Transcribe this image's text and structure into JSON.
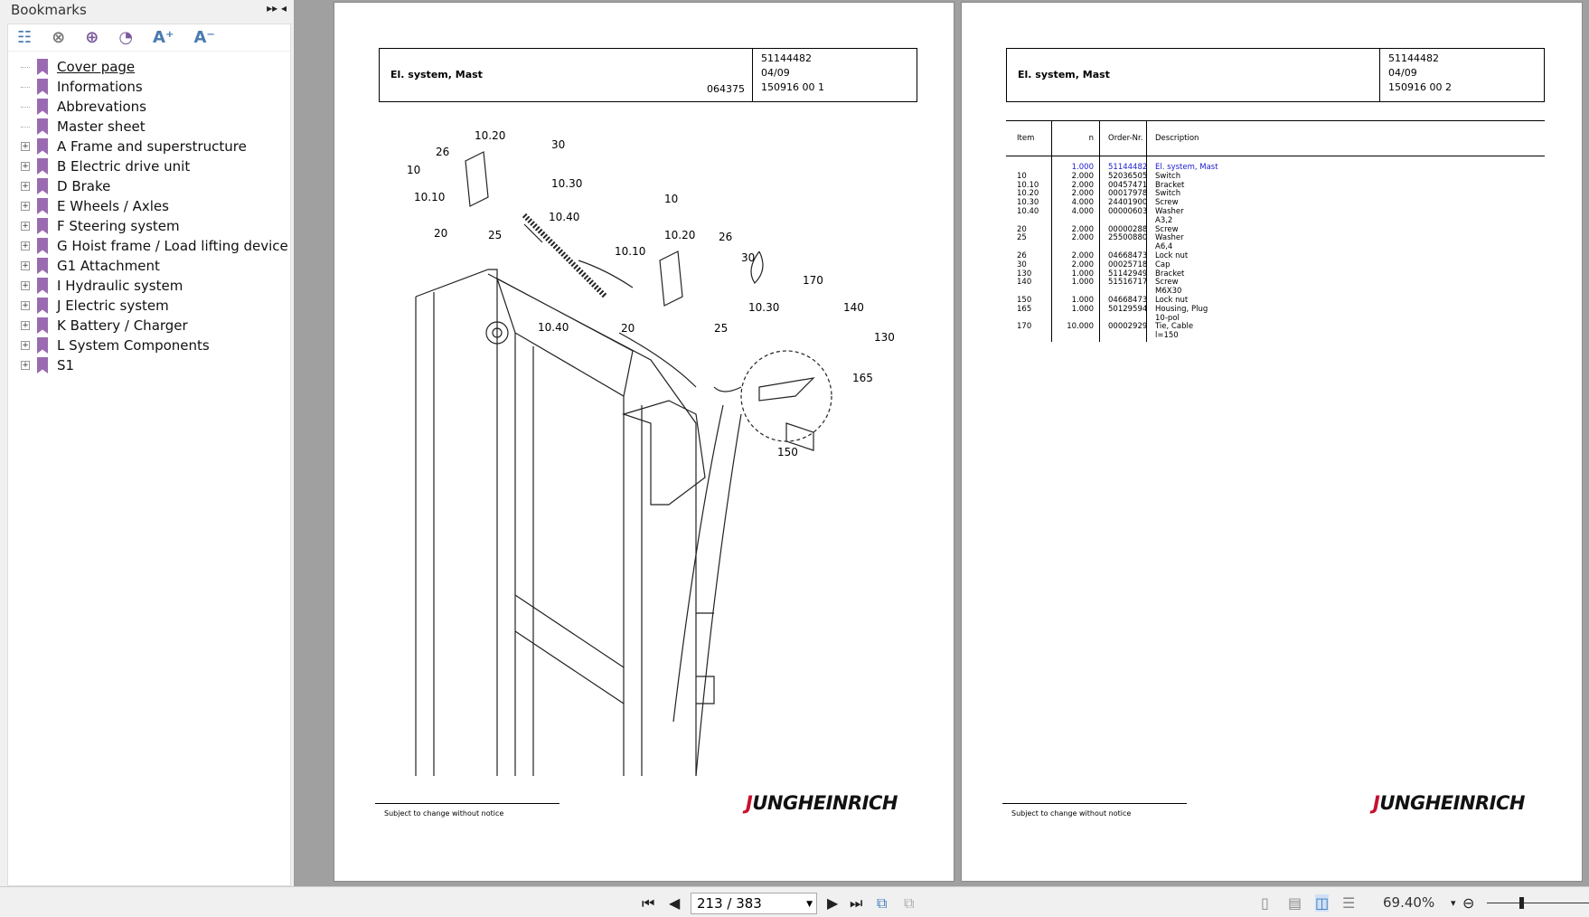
{
  "sidebar": {
    "title": "Bookmarks",
    "items": [
      {
        "label": "Cover page",
        "expandable": false
      },
      {
        "label": "Informations",
        "expandable": false
      },
      {
        "label": "Abbrevations",
        "expandable": false
      },
      {
        "label": "Master sheet",
        "expandable": false
      },
      {
        "label": "A Frame and superstructure",
        "expandable": true
      },
      {
        "label": "B Electric drive unit",
        "expandable": true
      },
      {
        "label": "D Brake",
        "expandable": true
      },
      {
        "label": "E Wheels / Axles",
        "expandable": true
      },
      {
        "label": "F Steering system",
        "expandable": true
      },
      {
        "label": "G Hoist frame / Load lifting device",
        "expandable": true
      },
      {
        "label": "G1 Attachment",
        "expandable": true
      },
      {
        "label": "I Hydraulic system",
        "expandable": true
      },
      {
        "label": "J Electric system",
        "expandable": true
      },
      {
        "label": "K Battery / Charger",
        "expandable": true
      },
      {
        "label": "L System Components",
        "expandable": true
      },
      {
        "label": "S1",
        "expandable": true
      }
    ]
  },
  "page1": {
    "title": "El. system, Mast",
    "drawing_no": "064375",
    "part_no": "51144482",
    "date": "04/09",
    "sheet": "150916 00 1",
    "footer": "Subject to change without notice",
    "logo": "JUNGHEINRICH",
    "callouts": [
      "10.20",
      "26",
      "30",
      "10",
      "10.10",
      "20",
      "25",
      "10.40",
      "10.30",
      "10",
      "10.20",
      "26",
      "30",
      "10.10",
      "10.30",
      "20",
      "25",
      "10.40",
      "170",
      "140",
      "130",
      "165",
      "150"
    ]
  },
  "page2": {
    "title": "El. system, Mast",
    "part_no": "51144482",
    "date": "04/09",
    "sheet": "150916 00 2",
    "footer": "Subject to change without notice",
    "logo": "JUNGHEINRICH",
    "headers": [
      "Item",
      "n",
      "Order-Nr.",
      "Description"
    ],
    "rows": [
      [
        "",
        "1.000",
        "51144482",
        "El. system, Mast"
      ],
      [
        "10",
        "2.000",
        "52036505",
        "Switch"
      ],
      [
        "10.10",
        "2.000",
        "00457471",
        "Bracket"
      ],
      [
        "10.20",
        "2.000",
        "00017978",
        "Switch"
      ],
      [
        "10.30",
        "4.000",
        "24401900",
        "Screw"
      ],
      [
        "10.40",
        "4.000",
        "00000603",
        "Washer"
      ],
      [
        "",
        "",
        "",
        "A3,2"
      ],
      [
        "20",
        "2.000",
        "00000288",
        "Screw"
      ],
      [
        "25",
        "2.000",
        "25500880",
        "Washer"
      ],
      [
        "",
        "",
        "",
        "A6,4"
      ],
      [
        "26",
        "2.000",
        "04668473",
        "Lock nut"
      ],
      [
        "30",
        "2.000",
        "00025718",
        "Cap"
      ],
      [
        "130",
        "1.000",
        "51142949",
        "Bracket"
      ],
      [
        "140",
        "1.000",
        "51516717",
        "Screw"
      ],
      [
        "",
        "",
        "",
        "M6X30"
      ],
      [
        "150",
        "1.000",
        "04668473",
        "Lock nut"
      ],
      [
        "165",
        "1.000",
        "50129594",
        "Housing, Plug"
      ],
      [
        "",
        "",
        "",
        "10-pol"
      ],
      [
        "170",
        "10.000",
        "00002929",
        "Tie, Cable"
      ],
      [
        "",
        "",
        "",
        "l=150"
      ]
    ]
  },
  "statusbar": {
    "page": "213 / 383",
    "zoom": "69.40%"
  }
}
